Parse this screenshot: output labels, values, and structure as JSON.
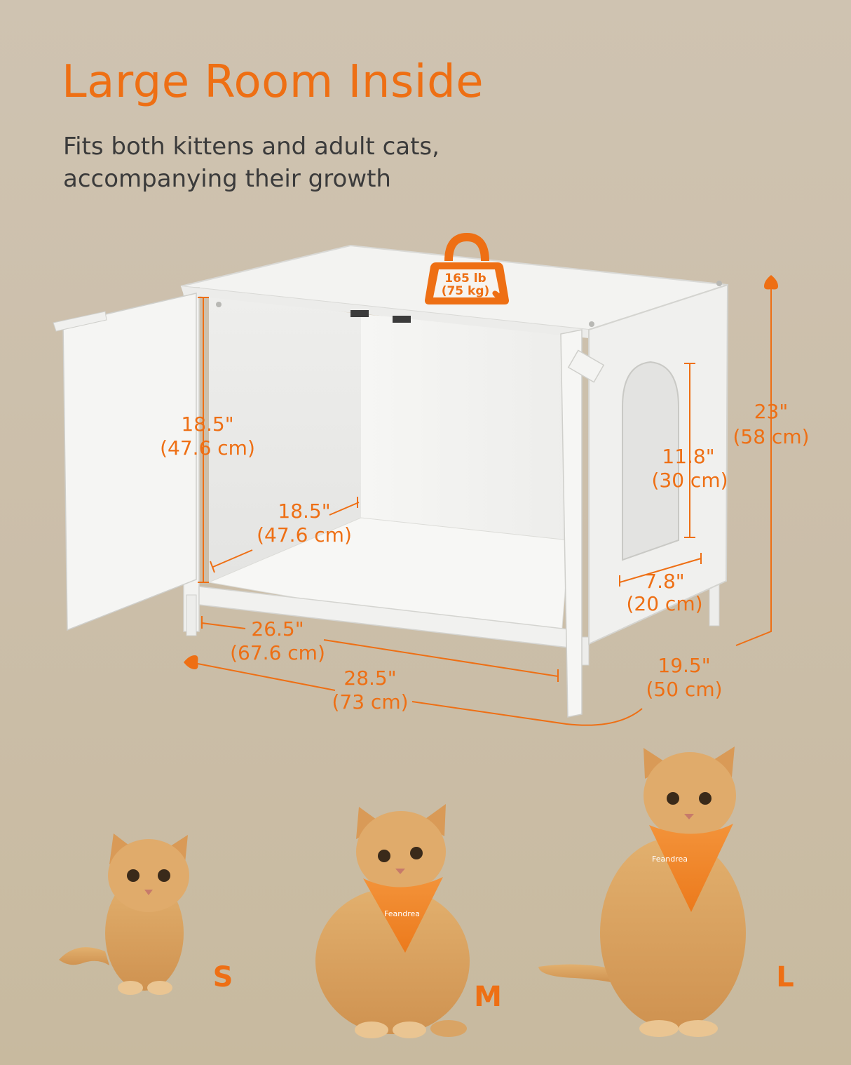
{
  "header": {
    "title": "Large Room Inside",
    "subtitle_line1": "Fits both kittens and adult cats,",
    "subtitle_line2": "accompanying their growth"
  },
  "load_badge": {
    "line1": "165 lb",
    "line2": "(75 kg)",
    "icon": "weight-icon"
  },
  "dimensions": {
    "interior_height": {
      "in": "18.5\"",
      "cm": "(47.6 cm)"
    },
    "interior_depth": {
      "in": "18.5\"",
      "cm": "(47.6 cm)"
    },
    "door_height": {
      "in": "11.8\"",
      "cm": "(30 cm)"
    },
    "door_width": {
      "in": "7.8\"",
      "cm": "(20 cm)"
    },
    "total_height": {
      "in": "23\"",
      "cm": "(58 cm)"
    },
    "interior_width": {
      "in": "26.5\"",
      "cm": "(67.6 cm)"
    },
    "total_width": {
      "in": "28.5\"",
      "cm": "(73 cm)"
    },
    "total_depth": {
      "in": "19.5\"",
      "cm": "(50 cm)"
    }
  },
  "cats": [
    {
      "size": "S",
      "bandana": ""
    },
    {
      "size": "M",
      "bandana": "Feandrea"
    },
    {
      "size": "L",
      "bandana": "Feandrea"
    }
  ],
  "colors": {
    "accent": "#ee6f14",
    "background": "#cbbea9",
    "text": "#3b3b3b",
    "furniture": "#f4f4f2",
    "cat_fur": "#d9a465"
  }
}
